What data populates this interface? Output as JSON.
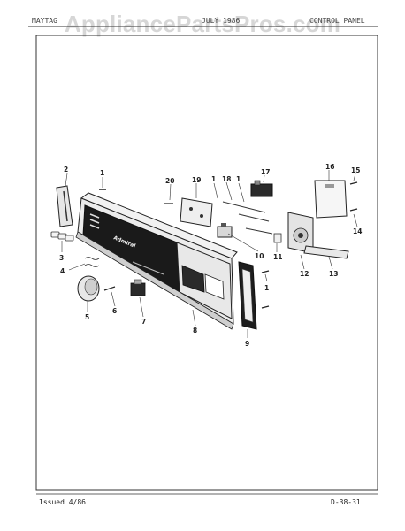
{
  "watermark": "AppliancePartsPros.com",
  "header": {
    "left": "MAYTAG",
    "middle": "JULY 1986",
    "right": "CONTROL PANEL"
  },
  "footer": {
    "issued": "Issued 4/86",
    "page_code": "D-38-31"
  },
  "brand_text": "Admiral",
  "callouts": [
    "1",
    "2",
    "3",
    "4",
    "5",
    "6",
    "7",
    "8",
    "9",
    "10",
    "11",
    "12",
    "13",
    "14",
    "15",
    "16",
    "17",
    "18",
    "19",
    "20"
  ]
}
